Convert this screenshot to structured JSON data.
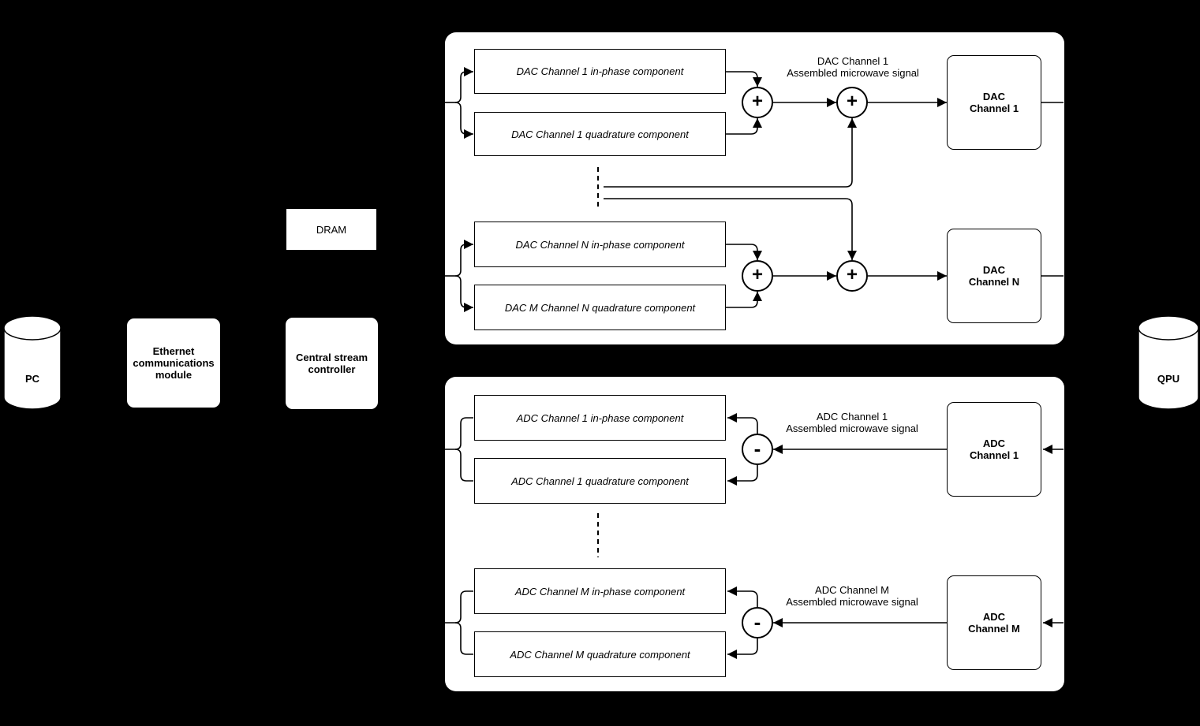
{
  "colors": {
    "background": "#000000",
    "node_fill": "#ffffff",
    "stroke": "#000000"
  },
  "nodes": {
    "pc": {
      "label": "PC"
    },
    "ethernet": {
      "lines": [
        "Ethernet",
        "communications",
        "module"
      ]
    },
    "dram": {
      "label": "DRAM"
    },
    "controller": {
      "lines": [
        "Central stream",
        "controller"
      ]
    },
    "qpu": {
      "label": "QPU"
    }
  },
  "dac": {
    "ch1": {
      "in_phase": "DAC Channel 1 in-phase component",
      "quadrature": "DAC Channel 1 quadrature component",
      "adder_symbol": "+",
      "combiner_symbol": "+",
      "signal_label": [
        "DAC Channel 1",
        "Assembled microwave signal"
      ],
      "box": [
        "DAC",
        "Channel 1"
      ]
    },
    "chN": {
      "in_phase": "DAC Channel N in-phase component",
      "quadrature": "DAC M Channel N quadrature component",
      "adder_symbol": "+",
      "combiner_symbol": "+",
      "box": [
        "DAC",
        "Channel N"
      ]
    }
  },
  "adc": {
    "ch1": {
      "in_phase": "ADC Channel 1 in-phase component",
      "quadrature": "ADC Channel 1 quadrature component",
      "subtractor_symbol": "-",
      "signal_label": [
        "ADC Channel 1",
        "Assembled microwave signal"
      ],
      "box": [
        "ADC",
        "Channel 1"
      ]
    },
    "chM": {
      "in_phase": "ADC Channel M in-phase component",
      "quadrature": "ADC Channel M quadrature component",
      "subtractor_symbol": "-",
      "signal_label": [
        "ADC Channel M",
        "Assembled microwave signal"
      ],
      "box": [
        "ADC",
        "Channel M"
      ]
    }
  }
}
